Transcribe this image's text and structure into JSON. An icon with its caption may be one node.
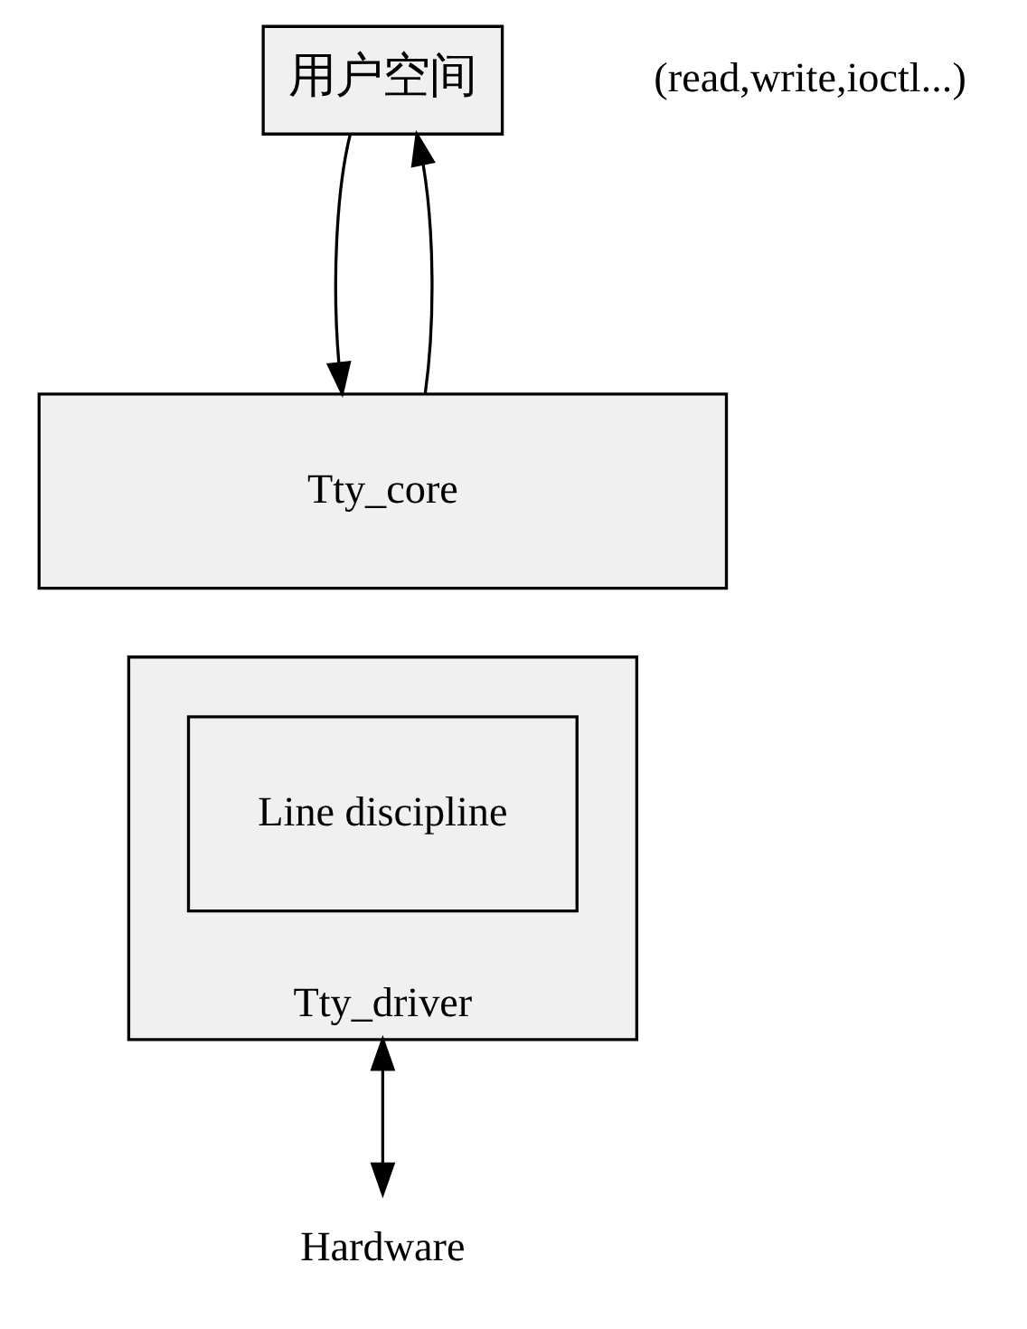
{
  "diagram": {
    "nodes": [
      {
        "text": [
          "用户空间"
        ]
      },
      {
        "text": [
          "Tty_core"
        ]
      },
      {
        "text": [
          "Tty_driver"
        ]
      },
      {
        "text": [
          "Line discipline"
        ],
        "in": 2
      },
      {
        "text": [
          "Hardware"
        ]
      }
    ],
    "edges": [
      {
        "from": 0,
        "to": 1,
        "arrow": "to"
      },
      {
        "from": 1,
        "to": 0,
        "arrow": "to"
      },
      {
        "from": 2,
        "to": 4,
        "arrow": "both"
      }
    ],
    "labels": [
      "(read,write,ioctl...)"
    ]
  }
}
